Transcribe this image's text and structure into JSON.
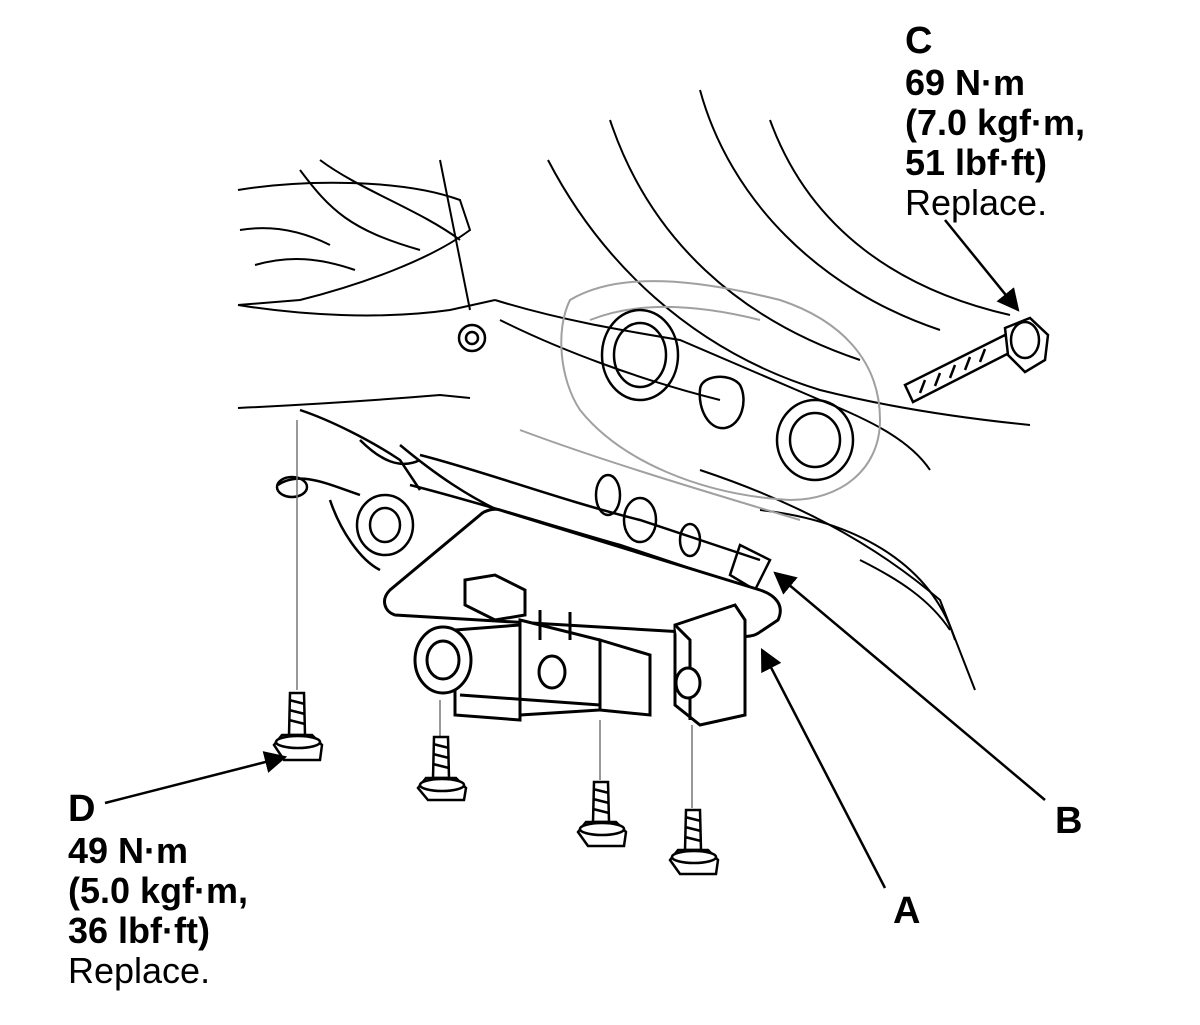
{
  "callouts": {
    "c": {
      "letter": "C",
      "line1": "69 N·m",
      "line2": "(7.0 kgf·m,",
      "line3": "51 lbf·ft)",
      "note": "Replace."
    },
    "d": {
      "letter": "D",
      "line1": "49 N·m",
      "line2": "(5.0 kgf·m,",
      "line3": "36 lbf·ft)",
      "note": "Replace."
    }
  },
  "labels": {
    "a": "A",
    "b": "B"
  },
  "colors": {
    "line": "#000000",
    "light_line": "#9a9a9a",
    "background": "#ffffff"
  }
}
